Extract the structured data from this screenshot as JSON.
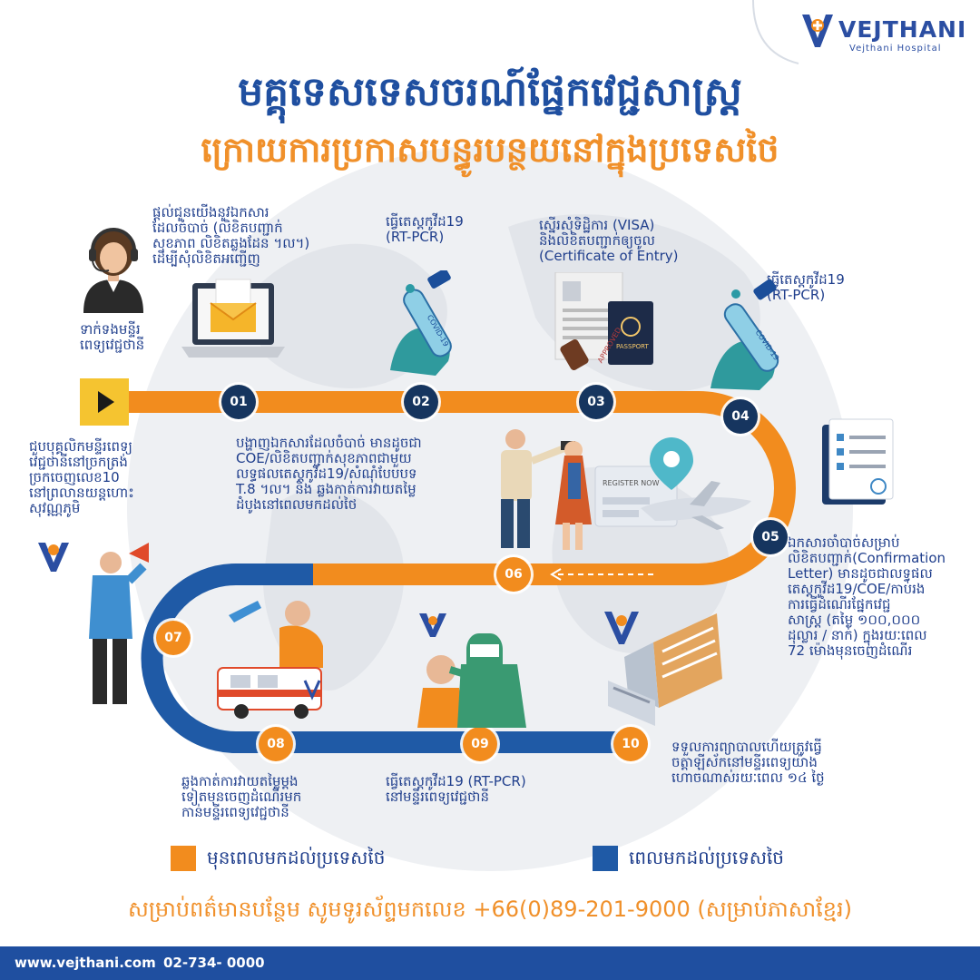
{
  "brand": {
    "name": "VEJTHANI",
    "tagline": "Vejthani Hospital",
    "blue": "#1f4fa0",
    "orange": "#f0902a",
    "navy": "#16355f"
  },
  "title": {
    "line1": "មគ្គុទេសទេសចរណ៍ផ្នែកវេជ្ជសាស្ត្រ",
    "line2": "ក្រោយការប្រកាសបន្ធូរបន្ថយនៅក្នុងប្រទេសថៃ"
  },
  "contact_step": {
    "label": "ទាក់ទងមន្ទីរ\nពេទ្យវេជ្ជថានី"
  },
  "steps": [
    {
      "number": "01",
      "text": "ផ្ដល់ជូនយើងនូវឯកសារ\nដែលចំបាច់ (លិខិតបញ្ជាក់\nសុខភាព លិខិតឆ្លងដែន ។ល។)\nដើម្បីសុំលិខិតអញ្ជើញ",
      "phase": "before"
    },
    {
      "number": "02",
      "text": "ធ្វើតេស្តកូវីដ19\n(RT-PCR)",
      "phase": "before"
    },
    {
      "number": "03",
      "text": "ស្នើរសុំទិដ្ឋិការ (VISA)\nនិងលិខិតបញ្ជាក់ឲ្យចូល\n(Certificate of Entry)",
      "phase": "before"
    },
    {
      "number": "04",
      "text": "ធ្វើតេស្តកូវីដ19\n(RT-PCR)",
      "phase": "before"
    },
    {
      "number": "05",
      "text": "ឯកសារចាំបាច់សម្រាប់\nលិខិតបញ្ជាក់(Confirmation\nLetter) មានដូចជាលទ្ធផល\nតេស្តកូវីដ19/COE/កាប់រង\nការធ្វើដំណើរផ្នែកវេជ្ជ\nសាស្ត្រ (តម្លៃ ១០០,០០០\nដុល្លារ / នាក់) ក្នុងរយៈពេល\n72 ម៉ោងមុនចេញដំណើរ",
      "phase": "before"
    },
    {
      "number": "06",
      "text": "បង្ហាញឯកសារដែលចំបាច់ មានដូចជា\nCOE/លិខិតបញ្ជាក់សុខភាពជាមួយ\nលទ្ធផលតេស្តកូវីដ19/សំណុំបែបបទ\nT.8 ។ល។ និង ឆ្លងកាត់ការវាយតម្លៃ\nដំបូងនៅពេលមកដល់ថៃ",
      "phase": "before"
    },
    {
      "number": "07",
      "text": "ជួបបុគ្គលិកមន្ទីរពេទ្យ\nវេជ្ជថានីនៅច្រកត្រង់\nច្រកចេញលេខ10\nនៅព្រលានយន្តហោះ\nសុវណ្ណភូមិ",
      "phase": "arrival"
    },
    {
      "number": "08",
      "text": "ឆ្លងកាត់ការវាយតម្លៃម្តង\nទៀតមុនចេញដំណើរមក\nកាន់មន្ទីរពេទ្យវេជ្ជថានី",
      "phase": "arrival"
    },
    {
      "number": "09",
      "text": "ធ្វើតេស្តកូវីដ19 (RT-PCR)\nនៅមន្ទីរពេទ្យវេជ្ជថានី",
      "phase": "arrival"
    },
    {
      "number": "10",
      "text": "ទទួលការព្យាបាលហើយត្រូវធ្វើ\nចត្តាឡីស័កនៅមន្ទីរពេទ្យយ៉ាង\nហោចណាស់រយៈពេល ១៤ ថ្ងៃ",
      "phase": "arrival"
    }
  ],
  "illustration_text": {
    "passport": "PASSPORT",
    "approved": "APPROVED",
    "covid_label": "COVID-19",
    "register": "REGISTER NOW"
  },
  "legend": {
    "before": {
      "label": "មុនពេលមកដល់ប្រទេសថៃ",
      "color": "#f28c1e"
    },
    "arrival": {
      "label": "ពេលមកដល់ប្រទេសថៃ",
      "color": "#1f5aa6"
    }
  },
  "contact": {
    "text": "សម្រាប់ពត៌មានបន្ថែម សូមទូរស័ព្ទមកលេខ +66(0)89-201-9000 (សម្រាប់ភាសាខ្មែរ)"
  },
  "footer": {
    "website": "www.vejthani.com",
    "phone": "02-734- 0000",
    "bar_color": "#1f4fa0"
  }
}
